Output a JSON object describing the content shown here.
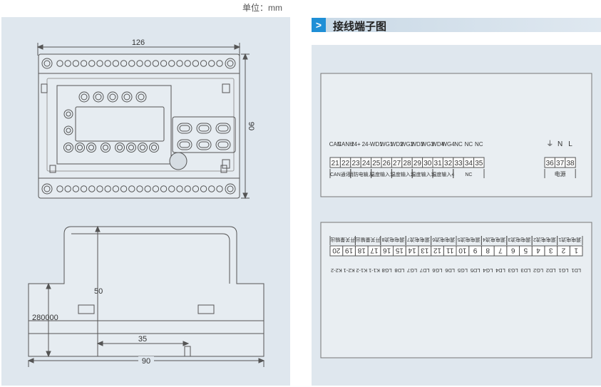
{
  "unit_label": "单位：mm",
  "section": {
    "title": "接线端子图"
  },
  "dims": {
    "top_width": "126",
    "top_height": "90",
    "side_height": "50",
    "side_left": "280000",
    "side_inner": "35",
    "side_width": "90"
  },
  "terminal_top": {
    "signals": [
      "CAN",
      "CANH",
      "24+",
      "24-",
      "WD1",
      "WG1",
      "WD2",
      "WG2",
      "WD3",
      "WG3",
      "WD4",
      "WG4",
      "NC",
      "NC",
      "NC"
    ],
    "numbers": [
      "21",
      "22",
      "23",
      "24",
      "25",
      "26",
      "27",
      "28",
      "29",
      "30",
      "31",
      "32",
      "33",
      "34",
      "35"
    ],
    "groups": [
      "CAN通讯",
      "消防电输入",
      "温度输入1",
      "温度输入2",
      "温度输入3",
      "温度输入4",
      "NC"
    ],
    "power_signals": [
      "⏚",
      "N",
      "L"
    ],
    "power_numbers": [
      "36",
      "37",
      "38"
    ],
    "power_group": "电源"
  },
  "terminal_bottom": {
    "numbers": [
      "1",
      "2",
      "3",
      "4",
      "5",
      "6",
      "7",
      "8",
      "9",
      "10",
      "11",
      "12",
      "13",
      "14",
      "15",
      "16",
      "17",
      "18",
      "19",
      "20"
    ],
    "signals": [
      "LD1",
      "LG1",
      "LD2",
      "LG2",
      "LD3",
      "LG3",
      "LD4",
      "LG4",
      "LD5",
      "LG5",
      "LD6",
      "LG6",
      "LD7",
      "LG7",
      "LD8",
      "LG8",
      "K1-1",
      "K1-2",
      "K2-1",
      "K2-2"
    ],
    "groups": [
      "漏电电流1",
      "漏电电流2",
      "漏电电流3",
      "漏电电流4",
      "漏电电流5",
      "漏电电流6",
      "漏电电流7",
      "漏电电流8",
      "开关量输出",
      "开关量输出"
    ]
  }
}
